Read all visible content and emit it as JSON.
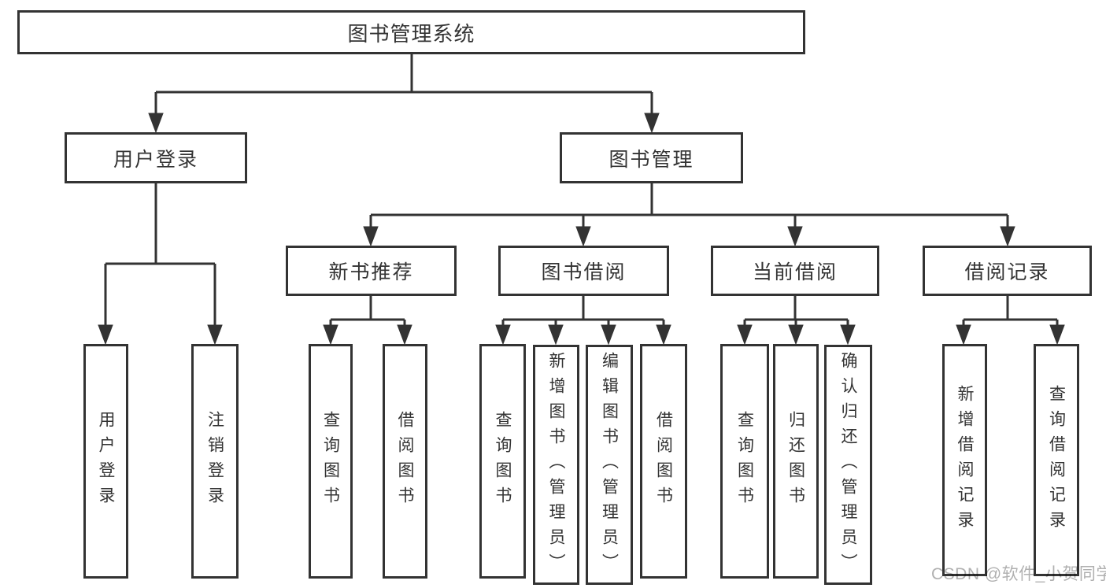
{
  "diagram": {
    "root": {
      "label": "图书管理系统"
    },
    "branches": [
      {
        "label": "用户登录",
        "children": [
          {
            "label": "用户登录"
          },
          {
            "label": "注销登录"
          }
        ]
      },
      {
        "label": "图书管理",
        "children": [
          {
            "label": "新书推荐",
            "children": [
              {
                "label": "查询图书"
              },
              {
                "label": "借阅图书"
              }
            ]
          },
          {
            "label": "图书借阅",
            "children": [
              {
                "label": "查询图书"
              },
              {
                "label": "新增图书（管理员）"
              },
              {
                "label": "编辑图书（管理员）"
              },
              {
                "label": "借阅图书"
              }
            ]
          },
          {
            "label": "当前借阅",
            "children": [
              {
                "label": "查询图书"
              },
              {
                "label": "归还图书"
              },
              {
                "label": "确认归还（管理员）"
              }
            ]
          },
          {
            "label": "借阅记录",
            "children": [
              {
                "label": "新增借阅记录"
              },
              {
                "label": "查询借阅记录"
              }
            ]
          }
        ]
      }
    ]
  },
  "watermark": {
    "text": "CSDN @软件_小贺同学"
  },
  "colors": {
    "line": "#333333",
    "text": "#333333",
    "box_fill": "#ffffff",
    "background": "#ffffff",
    "watermark": "#b0b0b0"
  }
}
